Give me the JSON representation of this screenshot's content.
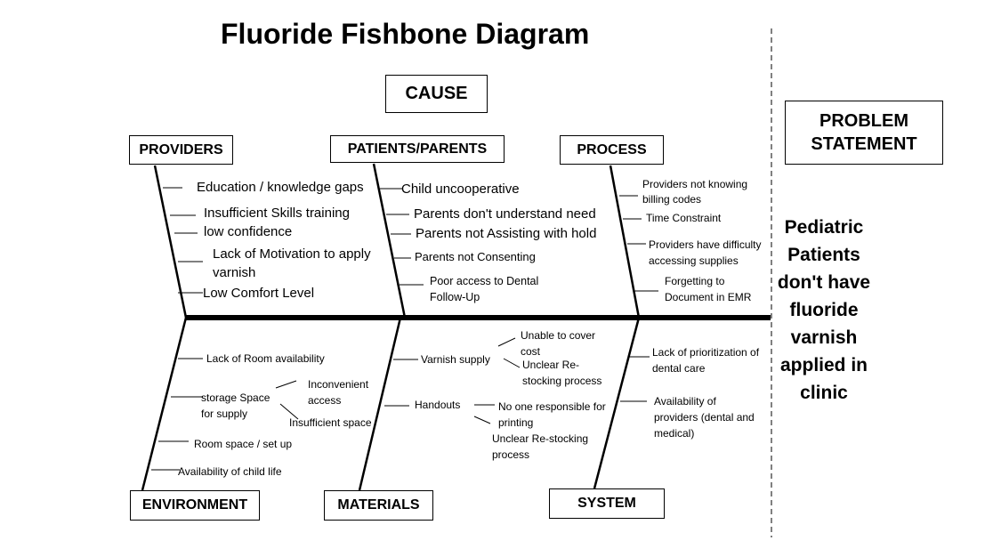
{
  "title": "Fluoride Fishbone Diagram",
  "cause_label": "CAUSE",
  "problem_label": "PROBLEM STATEMENT",
  "problem_text": "Pediatric Patients don't have fluoride varnish applied in clinic",
  "categories": {
    "providers": "PROVIDERS",
    "patients": "PATIENTS/PARENTS",
    "process": "PROCESS",
    "environment": "ENVIRONMENT",
    "materials": "MATERIALS",
    "system": "SYSTEM"
  },
  "providers_causes": [
    "Education / knowledge gaps",
    "Insufficient Skills training",
    "low confidence",
    "Lack of Motivation to apply varnish",
    "Low Comfort Level"
  ],
  "patients_causes": [
    "Child uncooperative",
    "Parents don't understand need",
    "Parents not Assisting with hold",
    "Parents not Consenting",
    "Poor access to Dental Follow-Up"
  ],
  "process_causes": [
    "Providers not knowing billing codes",
    "Time Constraint",
    "Providers have difficulty accessing supplies",
    "Forgetting to Document in EMR"
  ],
  "environment_causes": {
    "room_availability": "Lack of Room availability",
    "storage": "storage Space for supply",
    "inconvenient": "Inconvenient access",
    "insufficient": "Insufficient space",
    "room_space": "Room space / set up",
    "child_life": "Availability of child life"
  },
  "materials_causes": {
    "varnish": "Varnish supply",
    "unable_cost": "Unable to cover cost",
    "unclear_restock": "Unclear Re-stocking process",
    "handouts": "Handouts",
    "no_one_printing": "No one responsible for printing",
    "unclear_restock2": "Unclear Re-stocking process"
  },
  "system_causes": [
    "Lack of prioritization of dental care",
    "Availability of providers (dental and medical)"
  ]
}
